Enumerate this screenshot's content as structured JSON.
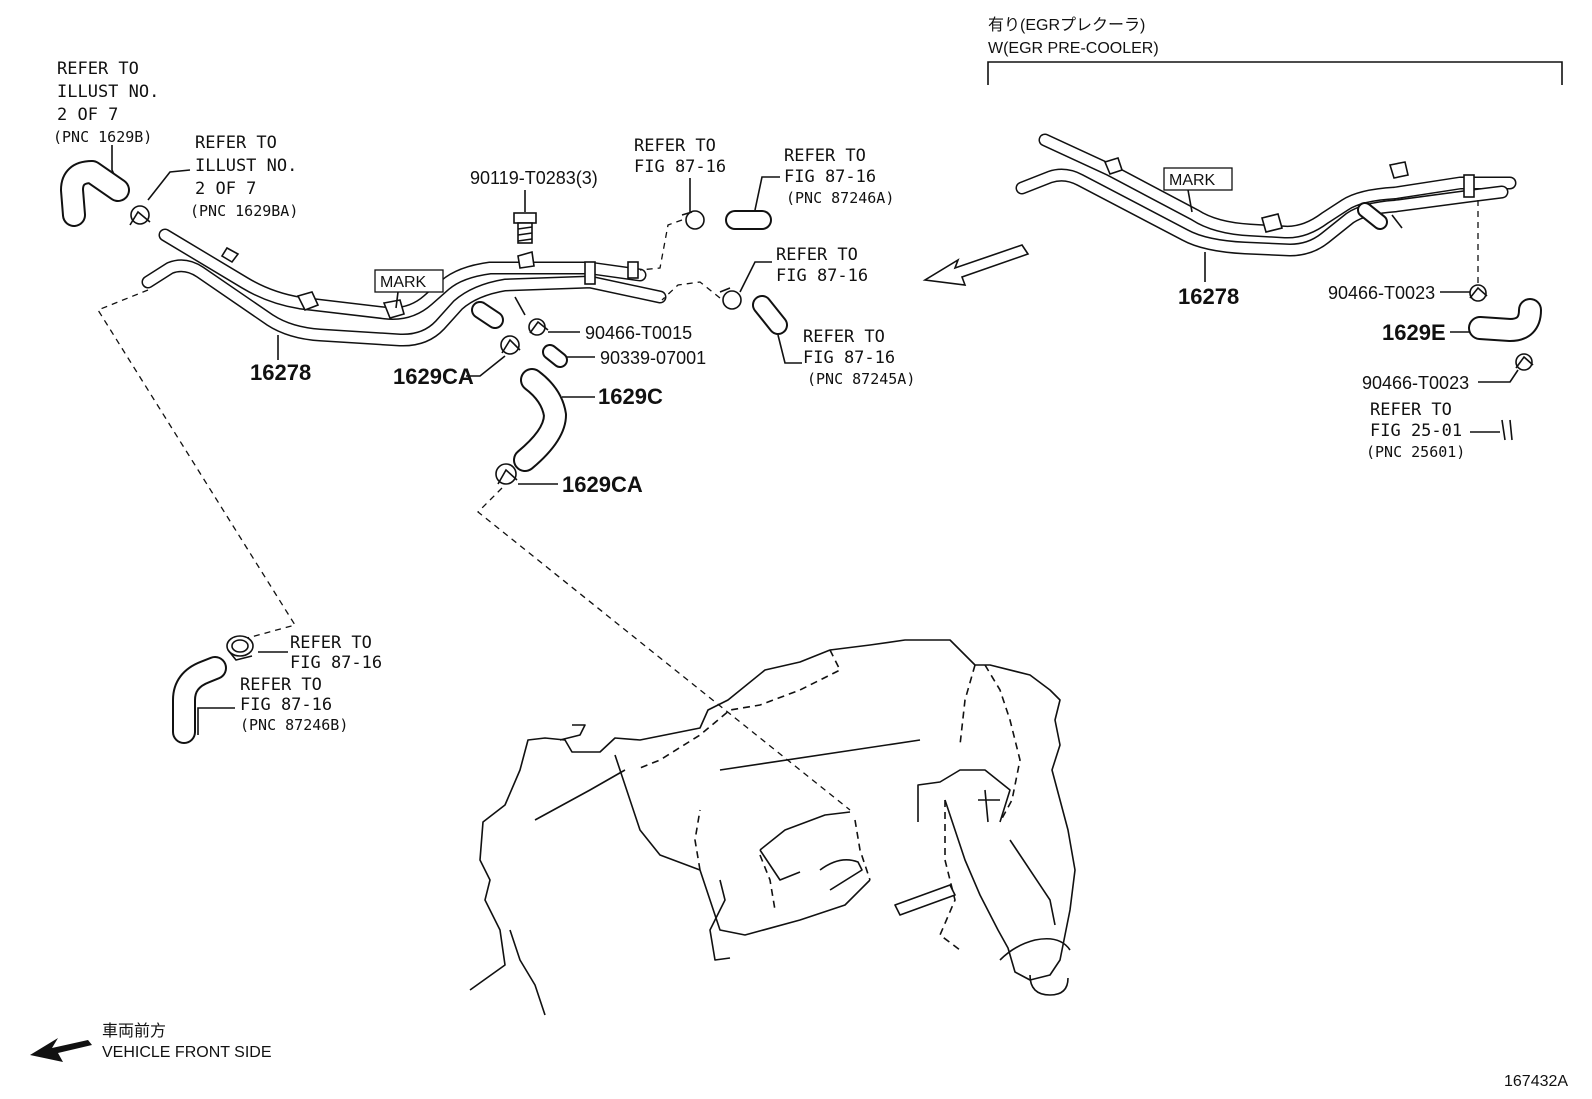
{
  "header_right": {
    "jp": "有り(EGRプレクーラ)",
    "en": "W(EGR PRE-COOLER)"
  },
  "refs": {
    "r1": [
      "REFER TO",
      "ILLUST NO.",
      "2 OF 7",
      "(PNC 1629B)"
    ],
    "r2": [
      "REFER TO",
      "ILLUST NO.",
      "2 OF 7",
      "(PNC 1629BA)"
    ],
    "r3": [
      "REFER TO",
      "FIG 87-16"
    ],
    "r4": [
      "REFER TO",
      "FIG 87-16",
      "(PNC 87246A)"
    ],
    "r5": [
      "REFER TO",
      "FIG 87-16"
    ],
    "r6": [
      "REFER TO",
      "FIG 87-16",
      "(PNC 87245A)"
    ],
    "r7": [
      "REFER TO",
      "FIG 87-16"
    ],
    "r8": [
      "REFER TO",
      "FIG 87-16",
      "(PNC 87246B)"
    ],
    "r9": [
      "REFER TO",
      "FIG 25-01",
      "(PNC 25601)"
    ]
  },
  "parts": {
    "bolt": "90119-T0283(3)",
    "clamp_t0015": "90466-T0015",
    "pipe_07001": "90339-07001",
    "pipe_left": "16278",
    "clamp_ca_top": "1629CA",
    "hose_c": "1629C",
    "clamp_ca_bottom": "1629CA",
    "pipe_right": "16278",
    "clamp_t0023_top": "90466-T0023",
    "hose_e": "1629E",
    "clamp_t0023_bottom": "90466-T0023"
  },
  "marks": {
    "left": "MARK",
    "right": "MARK"
  },
  "footer": {
    "jp": "車両前方",
    "en": "VEHICLE FRONT SIDE",
    "ref_number": "167432A"
  }
}
